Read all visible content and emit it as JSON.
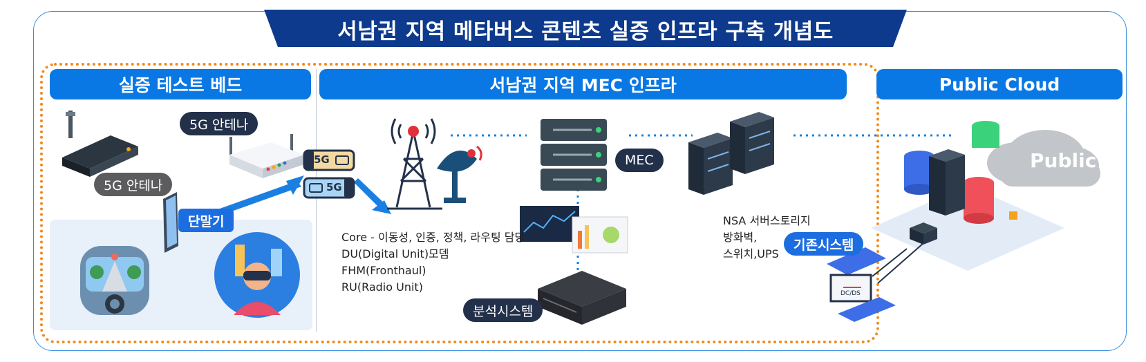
{
  "title": "서남권 지역 메타버스 콘텐츠 실증 인프라 구축 개념도",
  "colors": {
    "banner": "#0d3a8c",
    "header_blue": "#0a78e4",
    "dotted_border": "#f08a1c",
    "frame_border": "#3a8fe0",
    "link_dots": "#1a7fe0"
  },
  "sections": {
    "testbed": {
      "header": "실증 테스트 베드"
    },
    "mec": {
      "header": "서남권 지역 MEC 인프라"
    },
    "cloud": {
      "header": "Public Cloud"
    }
  },
  "labels": {
    "antenna_top": "5G 안테나",
    "antenna_bottom": "5G 안테나",
    "terminal": "단말기",
    "dongle_top": "5G",
    "dongle_bottom": "5G",
    "mec": "MEC",
    "analysis": "분석시스템",
    "existing": "기존시스템",
    "public": "Public",
    "monitor_screen": "DC/DS"
  },
  "core_list": [
    "Core - 이동성, 인증, 정책, 라우팅 담당",
    "DU(Digital Unit)모뎀",
    "FHM(Fronthaul)",
    "RU(Radio Unit)"
  ],
  "existing_list": [
    "NSA 서버스토리지",
    "방화벽,",
    "스위치,UPS"
  ],
  "icons": [
    "router-icon",
    "wifi-router-icon",
    "smartphone-icon",
    "usb-dongle-icon",
    "car-simulator-icon",
    "vr-headset-user-icon",
    "cell-tower-icon",
    "satellite-dish-icon",
    "server-stack-icon",
    "server-rack-icon",
    "dashboard-icon",
    "analysis-server-icon",
    "database-icon",
    "cloud-icon",
    "monitor-icon"
  ]
}
